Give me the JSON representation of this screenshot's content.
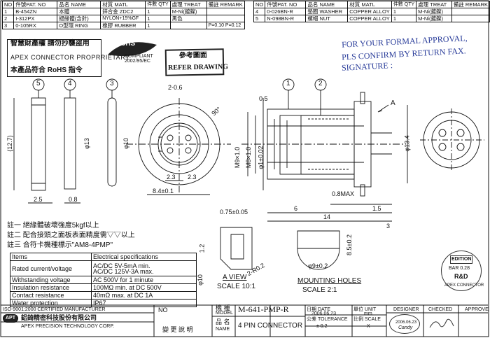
{
  "parts_header_left": {
    "no": "NO",
    "part_no": "件號PAT. NO",
    "name": "品名 NAME",
    "material": "材質 MATL",
    "qty": "件數 QTY",
    "treat": "處理 TREAT",
    "remark": "備註 REMARK"
  },
  "parts_left": [
    {
      "no": "1",
      "part_no": "B-454ZN",
      "name": "本體",
      "material": "鋅合金 ZDC2",
      "qty": "1",
      "treat": "M-Ni(鍍鎳)",
      "remark": ""
    },
    {
      "no": "2",
      "part_no": "I-312PX",
      "name": "絕緣體(含針)",
      "material": "NYLON+15%GF",
      "qty": "1",
      "treat": "黑色",
      "remark": ""
    },
    {
      "no": "3",
      "part_no": "0-105RX",
      "name": "O型環 RING",
      "material": "橡膠 RUBBER",
      "qty": "1",
      "treat": "",
      "remark": "P=0.10 P=0.12"
    }
  ],
  "parts_right": [
    {
      "no": "4",
      "part_no": "0-026BN-R",
      "name": "墊圈 WASHER",
      "material": "COPPER ALLOY",
      "qty": "1",
      "treat": "M-Ni(鍍鎳)",
      "remark": ""
    },
    {
      "no": "5",
      "part_no": "N-098BN-R",
      "name": "螺帽 NUT",
      "material": "COPPER ALLOY",
      "qty": "1",
      "treat": "M-Ni(鍍鎳)",
      "remark": ""
    }
  ],
  "notice": {
    "line1": "智慧財產權 請勿抄襲盜用",
    "line2": "APEX CONNECTOR PROPRRIETARY",
    "line3": "本產品符合 RoHS 指令"
  },
  "rohs": {
    "title": "RoHS",
    "sub": "COMPLIANT",
    "year": "2002/95/EC"
  },
  "refer_stamp": {
    "cn": "參考圖面",
    "en": "REFER DRAWING"
  },
  "approval_stamp": {
    "line1": "FOR YOUR FORMAL APPROVAL,",
    "line2": "PLS CONFIRM BY RETURN FAX.",
    "line3": "SIGNATURE :"
  },
  "balloons": [
    "5",
    "4",
    "3",
    "1",
    "2"
  ],
  "dimensions": {
    "d1": "2-0.6",
    "d2": "90°",
    "d3": "(12.7)",
    "d4": "φ13",
    "d5": "φ10",
    "d6": "2.3",
    "d7": "8.4±0.1",
    "d8": "2.3",
    "d9": "0.5",
    "d10": "M9×1.0",
    "d11": "M8×1.0",
    "d12": "φ1±0.02",
    "d13": "φ13.4",
    "d14": "A",
    "d15": "0.8MAX",
    "d16": "6",
    "d17": "1.5",
    "d18": "3",
    "d19": "2.5",
    "d20": "0.8",
    "d21": "14",
    "d22": "0.75±0.05",
    "d23": "1.2",
    "d24": "2-R0.2",
    "d25": "φ10",
    "d26": "8.5±0.2",
    "d27": "φ9±0.2"
  },
  "views": {
    "view_a": "A VIEW",
    "scale_a": "SCALE 10:1",
    "mounting": "MOUNTING HOLES",
    "scale_m": "SCALE 2:1"
  },
  "notes": [
    "註一  絕緣體破壞強度5kgf以上",
    "註二  配合接頭之面板表面精度需▽▽以上",
    "註三  合符卡機種標示\"AM8-4PMP\""
  ],
  "specs": {
    "header": [
      "Items",
      "Electrical specifications"
    ],
    "rows": [
      [
        "Rated current/voltage",
        "AC/DC 5V-5mA min.\nAC/DC 125V-3A max."
      ],
      [
        "Withstanding voltage",
        "AC 500V for 1 minute"
      ],
      [
        "Insulation resistance",
        "100MΩ min. at DC 500V"
      ],
      [
        "Contact resistance",
        "40mΩ max. at DC 1A"
      ],
      [
        "Water protection",
        "IP67"
      ]
    ]
  },
  "edition_stamp": {
    "top": "EDITION",
    "date": "BAR 0.28",
    "bottom": "R&D",
    "ring": "APEX CONNECTOR"
  },
  "title_block": {
    "iso": "ISO-9001:2000 CERTIFIED MANUFACTURER",
    "company_cn": "鋁錡精密科技股份有限公司",
    "company_en": "APEX PRECISION TECHNOLOGY CORP.",
    "logo": "APT",
    "no_label": "NO",
    "change_label": "變 更 說 明",
    "model_cn": "機 種",
    "model_en": "MODEL",
    "model": "M-641-PMP-R",
    "name_cn": "品 名",
    "name_en": "NAME",
    "product_name": "4 PIN CONNECTOR",
    "date_label": "日期 DATE",
    "date": "2006.06.23",
    "unit_label": "單位 UNIT",
    "unit": "mm",
    "tolerance_label": "公差 TOLERANCE",
    "tolerance": "± 0.2",
    "scale_label": "比例 SCALE",
    "scale": "X",
    "designer_label": "DESIGNER",
    "designer": "Candy",
    "design_date": "2006.06.23",
    "checked_label": "CHECKED",
    "approve_label": "APPROVE"
  }
}
